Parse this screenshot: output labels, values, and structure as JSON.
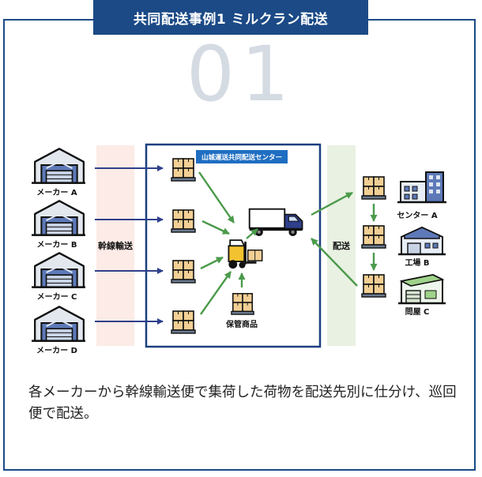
{
  "header": {
    "title": "共同配送事例1 ミルクラン配送"
  },
  "number": "01",
  "diagram": {
    "center_label": "山城運送共同配送センター",
    "trunk_label": "幹線輸送",
    "delivery_label": "配送",
    "storage_label": "保管商品",
    "makers": [
      "メーカー A",
      "メーカー B",
      "メーカー C",
      "メーカー D"
    ],
    "destinations": [
      "センター A",
      "工場 B",
      "問屋 C"
    ],
    "colors": {
      "navy": "#1b4a86",
      "arrow_green": "#4b9a4b",
      "arrow_navy": "#2f3f8c",
      "trunk_band": "#fcebe6",
      "delivery_band": "#e9f1e2"
    }
  },
  "caption": "各メーカーから幹線輸送便で集荷した荷物を配送先別に仕分け、巡回便で配送。"
}
